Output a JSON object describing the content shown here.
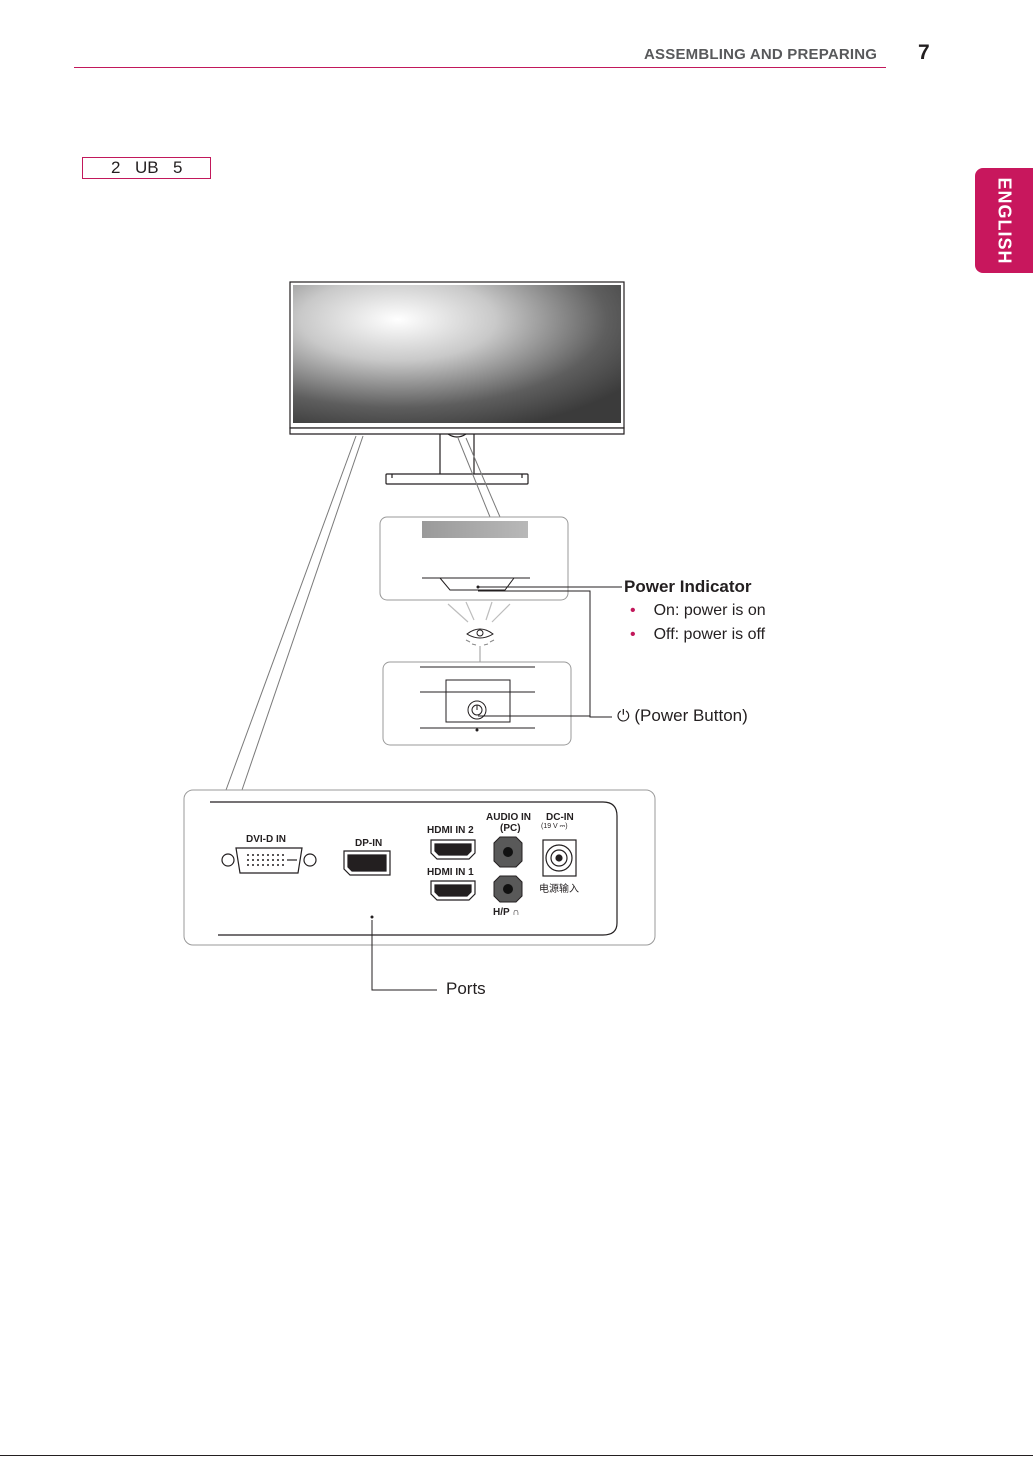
{
  "header": {
    "section_title": "ASSEMBLING AND PREPARING",
    "page_number": "7"
  },
  "language_tab": "ENGLISH",
  "model_code": {
    "parts": [
      "2",
      "UB",
      "5"
    ]
  },
  "callouts": {
    "power_indicator": {
      "title": "Power Indicator",
      "items": [
        "On: power is on",
        "Off: power is off"
      ]
    },
    "power_button": {
      "icon": "power-icon",
      "symbol": "⏻",
      "label": "(Power Button)"
    },
    "ports": "Ports"
  },
  "port_labels": {
    "dvi": "DVI-D IN",
    "dp": "DP-IN",
    "hdmi2": "HDMI IN 2",
    "hdmi1": "HDMI IN 1",
    "audio_in": "AUDIO IN",
    "audio_in_sub": "(PC)",
    "dc_in": "DC-IN",
    "dc_in_rating": "(19 V ⎓)",
    "dc_in_cn": "电源输入",
    "hp": "H/P"
  },
  "colors": {
    "accent": "#c2185b",
    "tab": "#c8175d",
    "line": "#231f20"
  }
}
